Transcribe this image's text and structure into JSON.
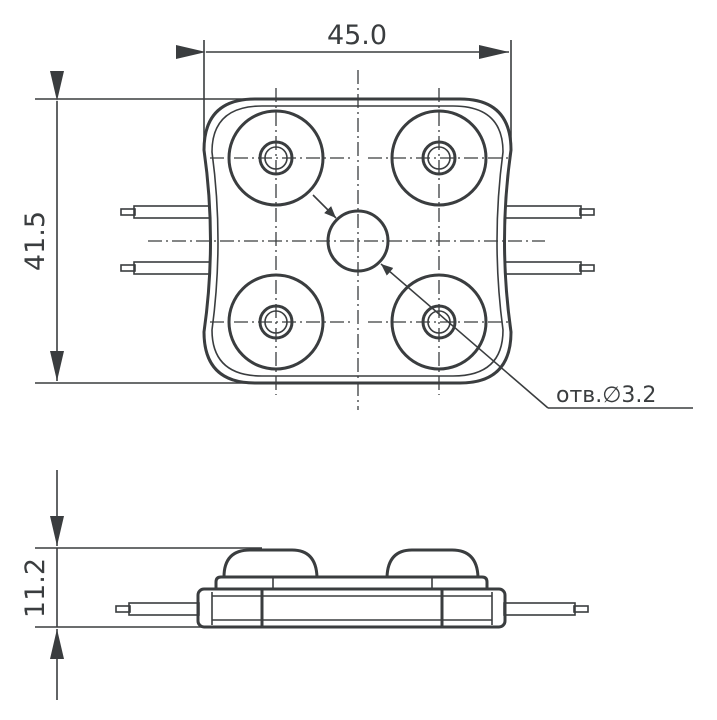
{
  "dimensions": {
    "width": "45.0",
    "height": "41.5",
    "thickness": "11.2",
    "hole": "отв.∅3.2"
  },
  "colors": {
    "line": "#3a3d3f",
    "background": "#ffffff"
  }
}
